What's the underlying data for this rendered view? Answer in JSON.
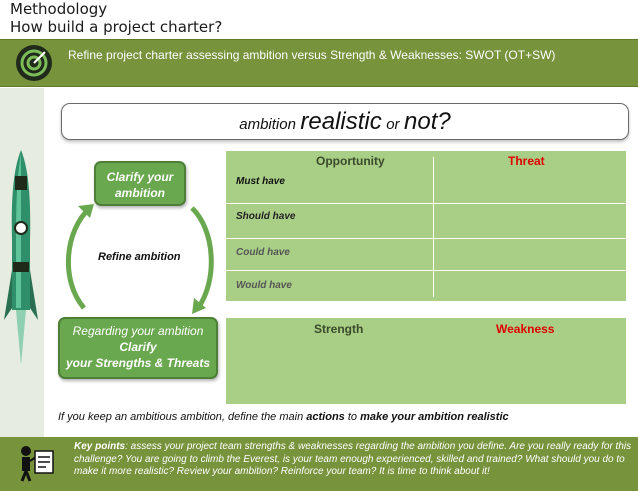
{
  "header": {
    "title_line1": "Methodology",
    "title_line2": "How build a project charter?"
  },
  "banner": {
    "text": "Refine project charter assessing ambition versus Strength & Weaknesses: SWOT (OT+SW)",
    "icon": "target-icon"
  },
  "ambition": {
    "w1": "ambition",
    "w2": "realistic",
    "w3": "or",
    "w4": "not?"
  },
  "left_panel": {
    "clarify_line1": "Clarify your",
    "clarify_line2": "ambition",
    "refine": "Refine ambition",
    "regard_line1": "Regarding your ambition",
    "regard_line2": "Clarify",
    "regard_line3": "your Strengths & Threats",
    "rocket_icon": "rocket-icon"
  },
  "swot": {
    "opportunity": "Opportunity",
    "threat": "Threat",
    "strength": "Strength",
    "weakness": "Weakness",
    "rows": [
      "Must have",
      "Should have",
      "Could have",
      "Would have"
    ]
  },
  "note": {
    "pre": "If you keep an ambitious ambition, define the main ",
    "b1": "actions",
    "mid": " to ",
    "b2": "make your ambition realistic"
  },
  "keypoints": {
    "label": "Key points",
    "text": ": assess your project team strengths & weaknesses regarding the ambition you define. Are you really ready for this challenge? You are going to climb the Everest, is your team enough experienced, skilled and trained? What should you do to make it more realistic? Review your ambition? Reinforce your team? It is time to think about it!",
    "icon": "presenter-icon"
  },
  "colors": {
    "green_dark": "#77933c",
    "green_btn": "#6aa84f",
    "grid_green": "#a9cf87",
    "red": "#e00000"
  }
}
